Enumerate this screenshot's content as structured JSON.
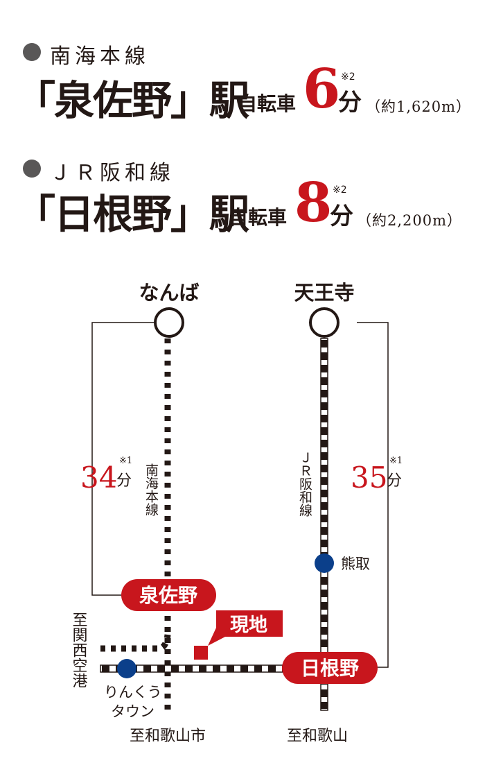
{
  "access": [
    {
      "line": "南海本線",
      "station": "「泉佐野」駅",
      "mode": "自転車",
      "minutes": "6",
      "unit": "分",
      "note": "※2",
      "distance": "（約1,620m）"
    },
    {
      "line": "ＪＲ阪和線",
      "station": "「日根野」駅",
      "mode": "自転車",
      "minutes": "8",
      "unit": "分",
      "note": "※2",
      "distance": "（約2,200m）"
    }
  ],
  "map": {
    "terminals": {
      "namba": "なんば",
      "tennoji": "天王寺"
    },
    "line_labels": {
      "nankai": "南海本線",
      "jr": "ＪＲ阪和線"
    },
    "times": [
      {
        "minutes": "34",
        "unit": "分",
        "note": "※1"
      },
      {
        "minutes": "35",
        "unit": "分",
        "note": "※1"
      }
    ],
    "stations": {
      "izumisano": "泉佐野",
      "hineno": "日根野",
      "kumatori": "熊取",
      "rinku": "りんくう\nタウン",
      "rinku_line1": "りんくう",
      "rinku_line2": "タウン"
    },
    "site_label": "現地",
    "destinations": {
      "kansai_airport": "至関西空港",
      "wakayamashi": "至和歌山市",
      "wakayama": "至和歌山"
    },
    "colors": {
      "accent": "#c8161d",
      "line": "#231815",
      "minor_station": "#0b3f8a",
      "bullet": "#595757"
    }
  }
}
